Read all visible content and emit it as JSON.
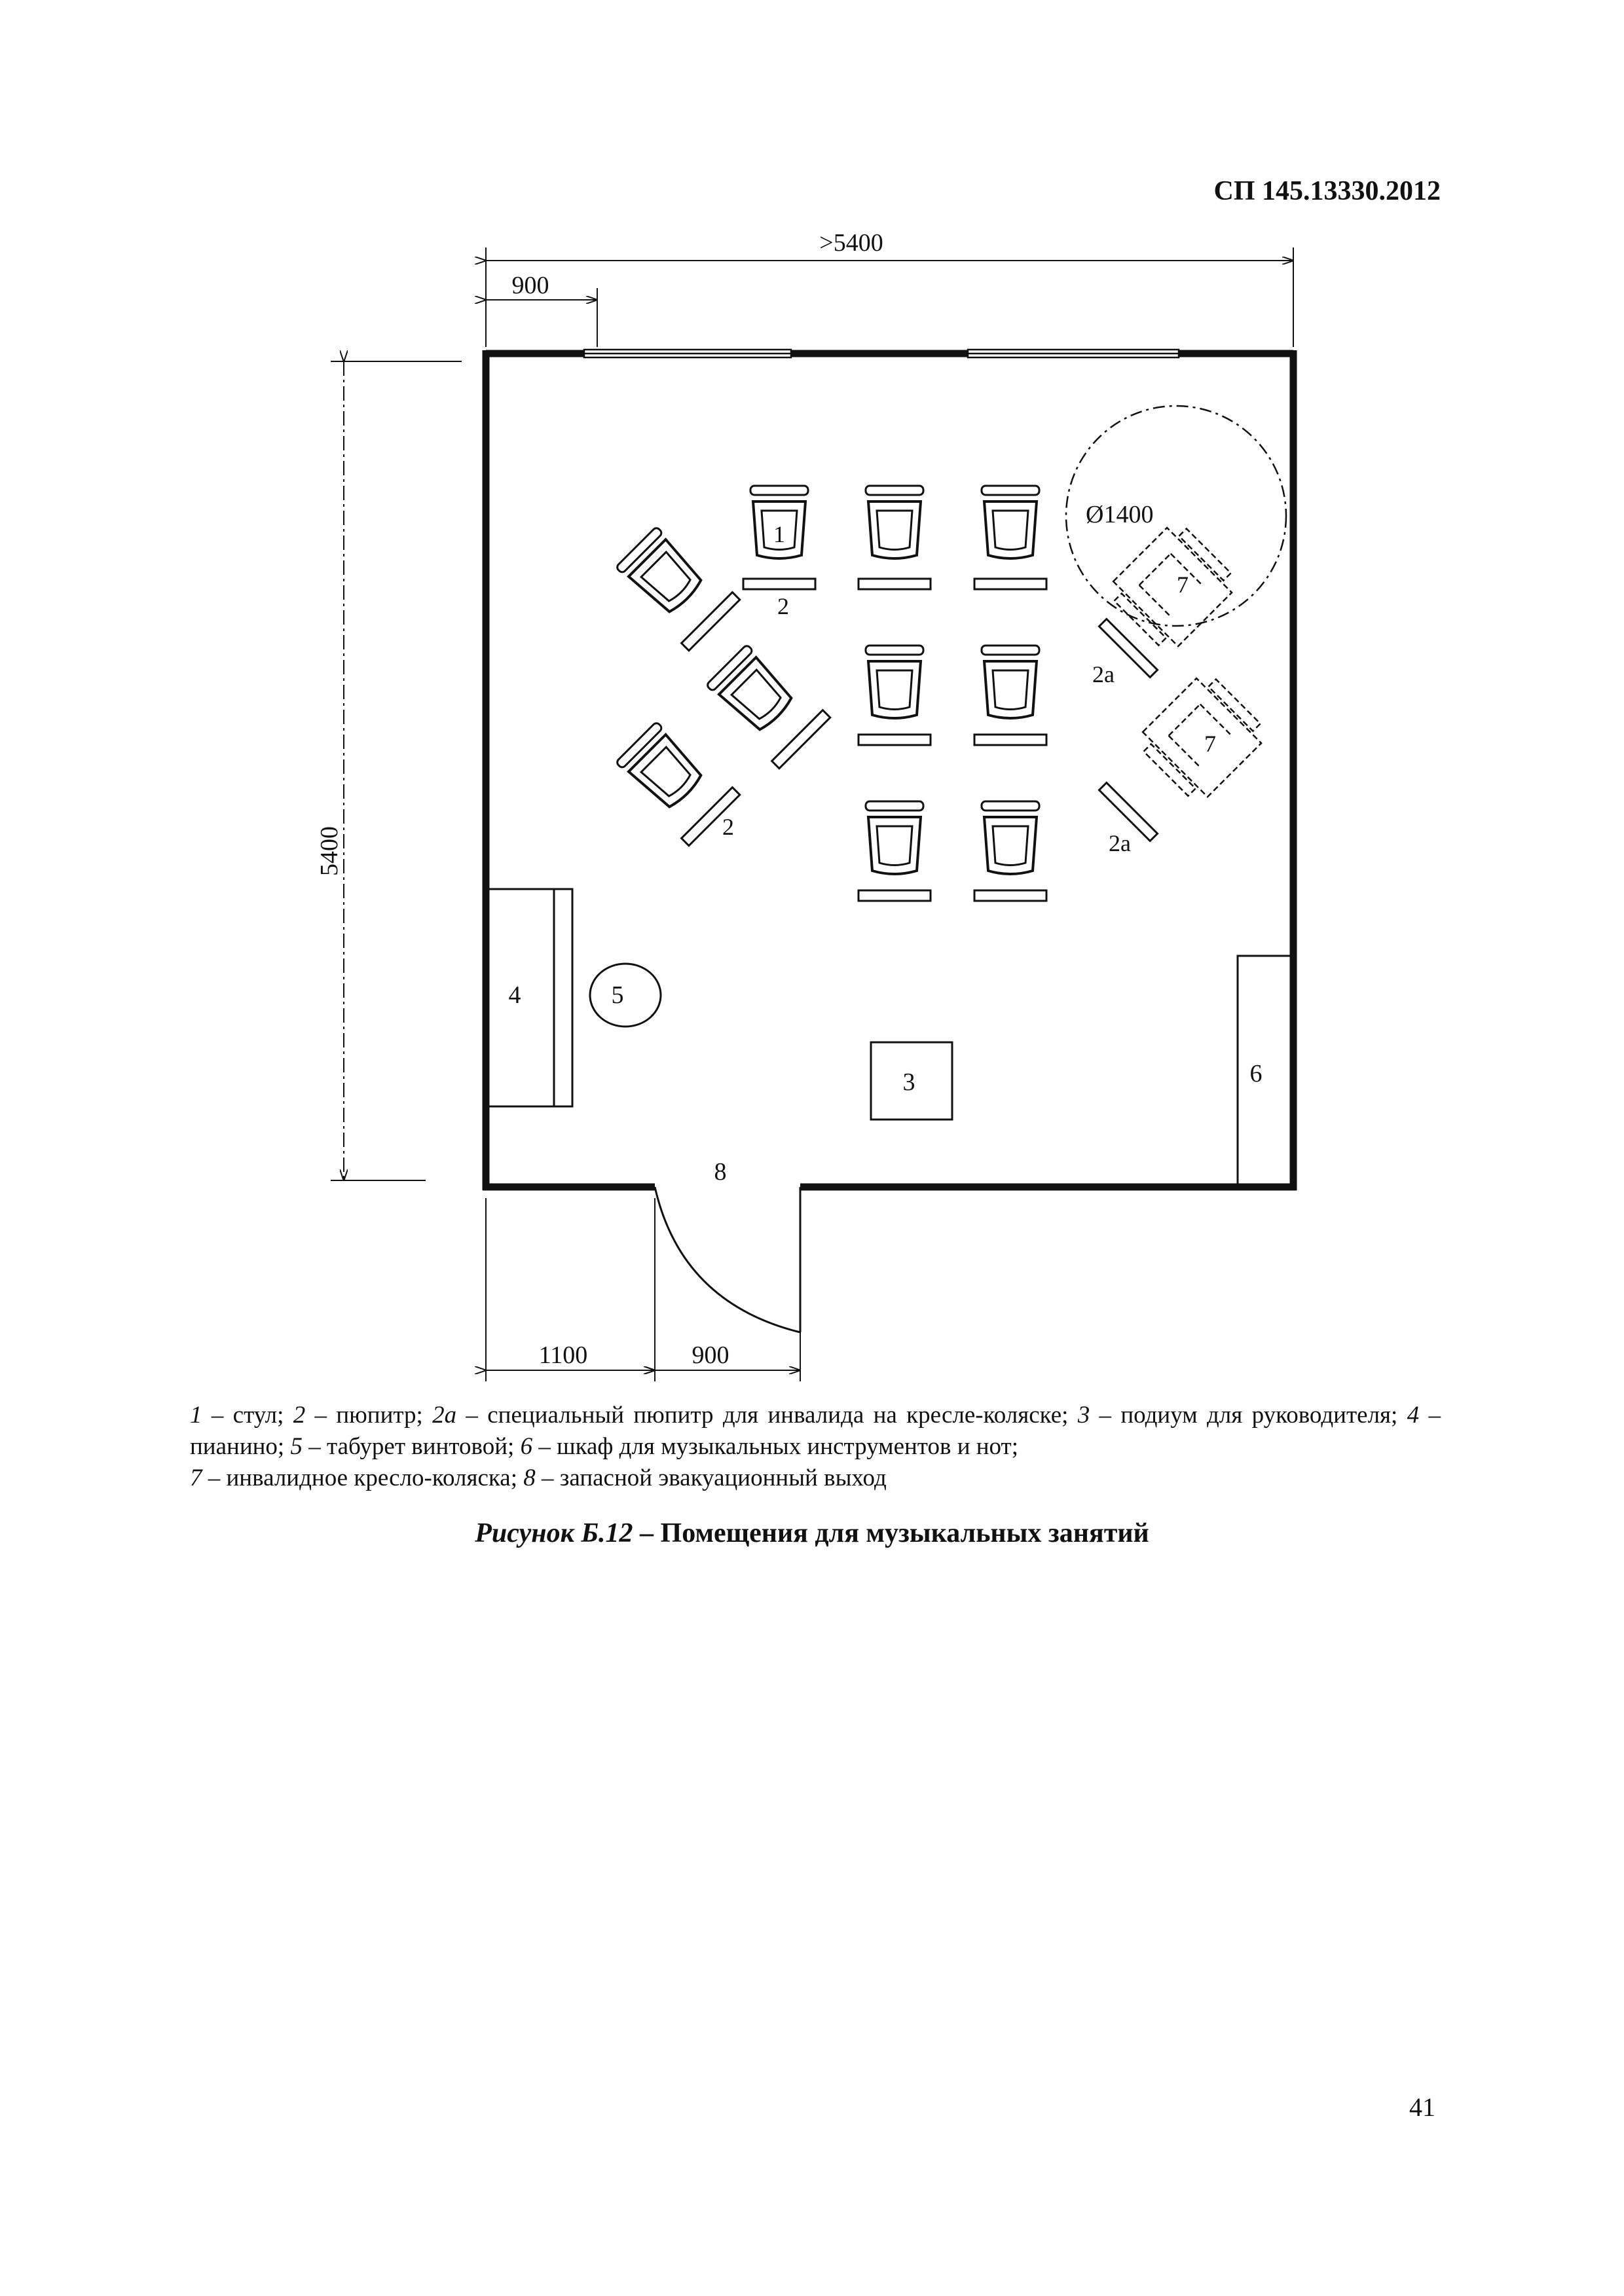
{
  "header": {
    "document_code": "СП 145.13330.2012"
  },
  "dimensions": {
    "total_width": ">5400",
    "window_offset": "900",
    "room_depth": "5400",
    "exit_offset": "1100",
    "exit_width": "900",
    "turning_circle": "Ø1400"
  },
  "markers": {
    "chair": "1",
    "stand": "2",
    "special_stand": "2a",
    "podium": "3",
    "piano": "4",
    "stool": "5",
    "cabinet": "6",
    "wheelchair": "7",
    "exit": "8"
  },
  "legend": [
    {
      "key": "1",
      "text": " – стул; "
    },
    {
      "key": "2",
      "text": " – пюпитр; "
    },
    {
      "key": "2а",
      "text": " – специальный пюпитр для инвалида на кресле-коляске; "
    },
    {
      "key": "3",
      "text": " – подиум для руководителя; "
    },
    {
      "key": "4",
      "text": " – пианино; "
    },
    {
      "key": "5",
      "text": " – табурет винтовой; "
    },
    {
      "key": "6",
      "text": " – шкаф для музыкальных инструментов и нот; "
    },
    {
      "key": "7",
      "text": " – инвалидное кресло-коляска; "
    },
    {
      "key": "8",
      "text": " – запасной эвакуационный выход"
    }
  ],
  "caption": {
    "lead": "Рисунок Б.12",
    "separator": " – ",
    "title": "Помещения для музыкальных занятий"
  },
  "page_number": "41"
}
